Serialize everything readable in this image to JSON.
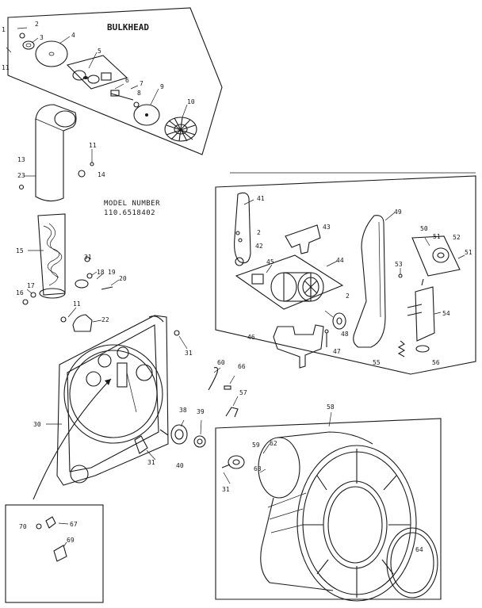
{
  "diagram": {
    "bulkhead_title": "BULKHEAD",
    "model_label": "MODEL NUMBER",
    "model_number": "110.6518402",
    "callouts": [
      {
        "id": "c1",
        "text": "1"
      },
      {
        "id": "c2",
        "text": "2"
      },
      {
        "id": "c3",
        "text": "3"
      },
      {
        "id": "c4",
        "text": "4"
      },
      {
        "id": "c5",
        "text": "5"
      },
      {
        "id": "c6",
        "text": "6"
      },
      {
        "id": "c7",
        "text": "7"
      },
      {
        "id": "c8",
        "text": "8"
      },
      {
        "id": "c9",
        "text": "9"
      },
      {
        "id": "c10",
        "text": "10"
      },
      {
        "id": "c11a",
        "text": "11"
      },
      {
        "id": "c11b",
        "text": "11"
      },
      {
        "id": "c11c",
        "text": "11"
      },
      {
        "id": "c13",
        "text": "13"
      },
      {
        "id": "c14",
        "text": "14"
      },
      {
        "id": "c15",
        "text": "15"
      },
      {
        "id": "c16",
        "text": "16"
      },
      {
        "id": "c17",
        "text": "17"
      },
      {
        "id": "c18",
        "text": "18"
      },
      {
        "id": "c19",
        "text": "19"
      },
      {
        "id": "c20",
        "text": "20"
      },
      {
        "id": "c22",
        "text": "22"
      },
      {
        "id": "c23",
        "text": "23"
      },
      {
        "id": "c30",
        "text": "30"
      },
      {
        "id": "c31a",
        "text": "31"
      },
      {
        "id": "c31b",
        "text": "31"
      },
      {
        "id": "c31c",
        "text": "31"
      },
      {
        "id": "c31d",
        "text": "31"
      },
      {
        "id": "c38",
        "text": "38"
      },
      {
        "id": "c39",
        "text": "39"
      },
      {
        "id": "c40",
        "text": "40"
      },
      {
        "id": "c41",
        "text": "41"
      },
      {
        "id": "c2b",
        "text": "2"
      },
      {
        "id": "c42",
        "text": "42"
      },
      {
        "id": "c43",
        "text": "43"
      },
      {
        "id": "c44",
        "text": "44"
      },
      {
        "id": "c45",
        "text": "45"
      },
      {
        "id": "c2c",
        "text": "2"
      },
      {
        "id": "c46",
        "text": "46"
      },
      {
        "id": "c47",
        "text": "47"
      },
      {
        "id": "c48",
        "text": "48"
      },
      {
        "id": "c49",
        "text": "49"
      },
      {
        "id": "c50",
        "text": "50"
      },
      {
        "id": "c51a",
        "text": "51"
      },
      {
        "id": "c51b",
        "text": "51"
      },
      {
        "id": "c52",
        "text": "52"
      },
      {
        "id": "c53",
        "text": "53"
      },
      {
        "id": "c54",
        "text": "54"
      },
      {
        "id": "c55",
        "text": "55"
      },
      {
        "id": "c56",
        "text": "56"
      },
      {
        "id": "c57",
        "text": "57"
      },
      {
        "id": "c58",
        "text": "58"
      },
      {
        "id": "c59",
        "text": "59"
      },
      {
        "id": "c60",
        "text": "60"
      },
      {
        "id": "c62",
        "text": "62"
      },
      {
        "id": "c63",
        "text": "63"
      },
      {
        "id": "c64",
        "text": "64"
      },
      {
        "id": "c66",
        "text": "66"
      },
      {
        "id": "c67",
        "text": "67"
      },
      {
        "id": "c69",
        "text": "69"
      },
      {
        "id": "c70",
        "text": "70"
      }
    ]
  }
}
